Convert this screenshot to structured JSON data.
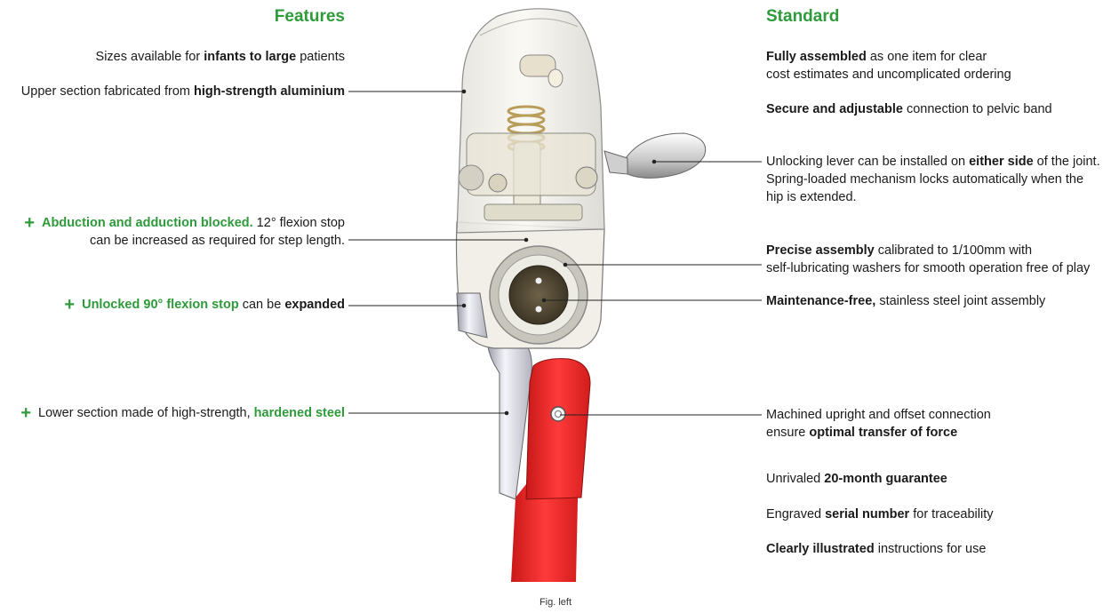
{
  "features": {
    "heading": "Features",
    "items": [
      {
        "parts": [
          {
            "t": "Sizes available for "
          },
          {
            "t": "infants to large",
            "b": true
          },
          {
            "t": " patients"
          }
        ]
      },
      {
        "parts": [
          {
            "t": "Upper section fabricated from "
          },
          {
            "t": "high-strength aluminium",
            "b": true
          }
        ]
      },
      {
        "plus": true,
        "lines": [
          [
            {
              "t": "Abduction and adduction blocked.",
              "g": true
            },
            {
              "t": " 12° flexion stop"
            }
          ],
          [
            {
              "t": "can be increased as required for step length."
            }
          ]
        ]
      },
      {
        "plus": true,
        "parts": [
          {
            "t": "Unlocked 90° flexion stop",
            "g": true
          },
          {
            "t": " can be "
          },
          {
            "t": "expanded",
            "b": true
          }
        ]
      },
      {
        "plus": true,
        "parts": [
          {
            "t": "Lower section made of high-strength, "
          },
          {
            "t": "hardened steel",
            "g": true
          }
        ]
      }
    ]
  },
  "standard": {
    "heading": "Standard",
    "items": [
      {
        "lines": [
          [
            {
              "t": "Fully assembled",
              "b": true
            },
            {
              "t": " as one item for clear"
            }
          ],
          [
            {
              "t": "cost estimates and uncomplicated ordering"
            }
          ]
        ]
      },
      {
        "parts": [
          {
            "t": "Secure and adjustable",
            "b": true
          },
          {
            "t": " connection to pelvic band"
          }
        ]
      },
      {
        "lines": [
          [
            {
              "t": "Unlocking lever can be installed on "
            },
            {
              "t": "either side",
              "b": true
            },
            {
              "t": " of the joint."
            }
          ],
          [
            {
              "t": "Spring-loaded mechanism locks automatically when the"
            }
          ],
          [
            {
              "t": "hip is extended."
            }
          ]
        ]
      },
      {
        "lines": [
          [
            {
              "t": "Precise assembly",
              "b": true
            },
            {
              "t": " calibrated to 1/100mm with"
            }
          ],
          [
            {
              "t": "self-lubricating washers for smooth operation free of play"
            }
          ]
        ]
      },
      {
        "parts": [
          {
            "t": "Maintenance-free,",
            "b": true
          },
          {
            "t": " stainless steel joint assembly"
          }
        ]
      },
      {
        "lines": [
          [
            {
              "t": "Machined upright and offset connection"
            }
          ],
          [
            {
              "t": "ensure "
            },
            {
              "t": "optimal transfer of force",
              "b": true
            }
          ]
        ]
      },
      {
        "parts": [
          {
            "t": "Unrivaled "
          },
          {
            "t": "20-month guarantee",
            "b": true
          }
        ]
      },
      {
        "parts": [
          {
            "t": "Engraved "
          },
          {
            "t": "serial number",
            "b": true
          },
          {
            "t": " for traceability"
          }
        ]
      },
      {
        "parts": [
          {
            "t": "Clearly illustrated",
            "b": true
          },
          {
            "t": " instructions for use"
          }
        ]
      }
    ]
  },
  "caption": "Fig. left",
  "colors": {
    "accent_green": "#2e9a3a",
    "lower_section_red": "#e82a2a",
    "leader_line": "#222222"
  }
}
